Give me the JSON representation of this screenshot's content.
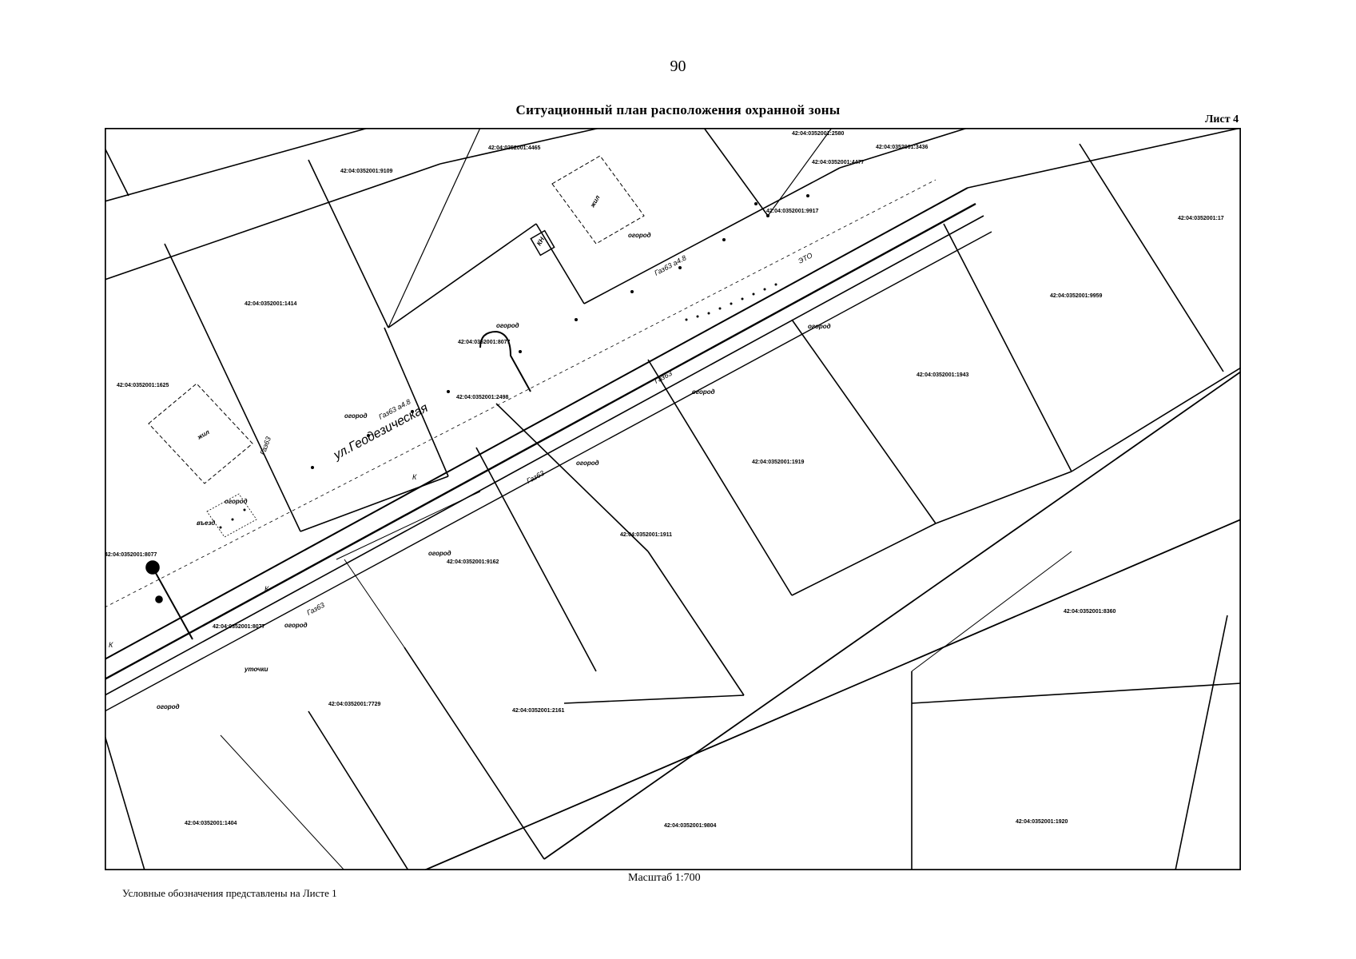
{
  "page_number": "90",
  "title": "Ситуационный план расположения охранной зоны",
  "sheet": "Лист 4",
  "scale": "Масштаб 1:700",
  "legend_note": "Условные обозначения представлены на Листе 1",
  "street_name": "ул.Геодезическая",
  "parcels": [
    "42:04:0352001:2580",
    "42:04:0352001:3436",
    "42:04:0352001:9109",
    "42:04:0352001:4465",
    "42:04:0352001:4477",
    "42:04:0352001:17",
    "42:04:0352001:1414",
    "42:04:0352001:9959",
    "42:04:0352001:8077",
    "42:04:0352001:9917",
    "42:04:0352001:1943",
    "42:04:0352001:1625",
    "42:04:0352001:2498",
    "42:04:0352001:1919",
    "42:04:0352001:1911",
    "42:04:0352001:9162",
    "42:04:0352001:8077",
    "42:04:0352001:8077",
    "42:04:0352001:8360",
    "42:04:0352001:7729",
    "42:04:0352001:2161",
    "42:04:0352001:1404",
    "42:04:0352001:9804",
    "42:04:0352001:1920"
  ],
  "map_labels": {
    "ogorod": "огород",
    "vyezd": "въезд",
    "zhil": "жил",
    "kn": "КН",
    "gaz": "Газ63",
    "gaz_ed": "Газ63 а4.8",
    "ito": "ЭТО",
    "utki": "уточки",
    "k": "К"
  },
  "colors": {
    "ink": "#000000",
    "paper": "#ffffff"
  }
}
